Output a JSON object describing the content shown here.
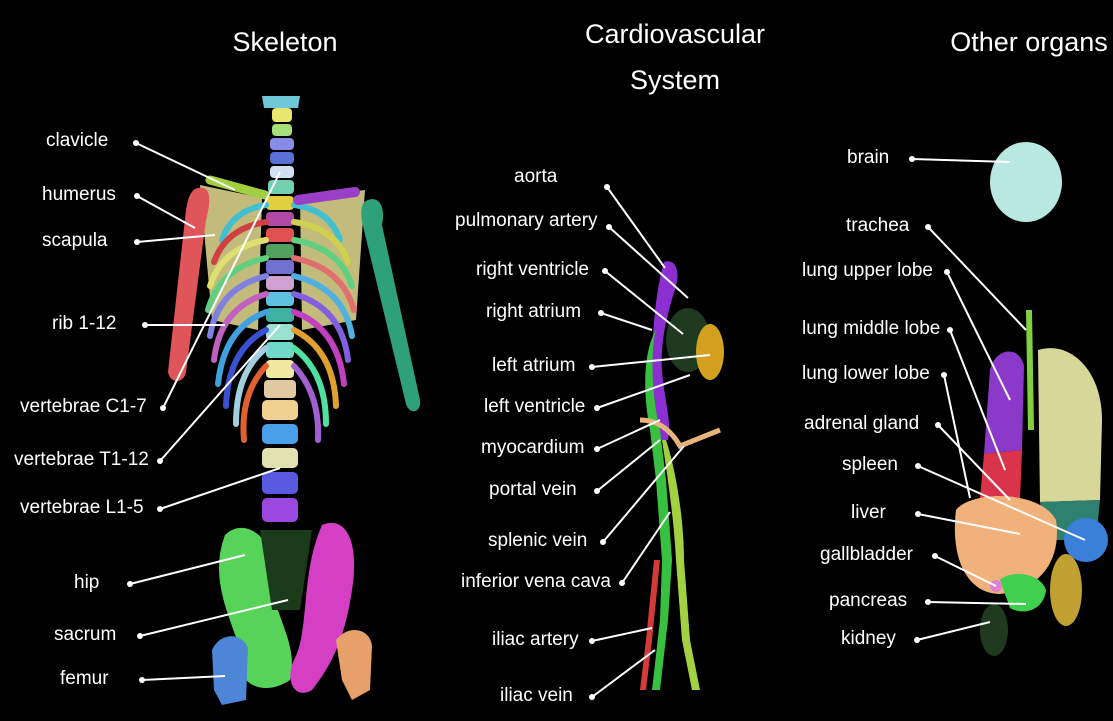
{
  "titles": {
    "skeleton": "Skeleton",
    "cardio_line1": "Cardiovascular",
    "cardio_line2": "System",
    "organs": "Other organs"
  },
  "skeleton_labels": [
    "clavicle",
    "humerus",
    "scapula",
    "rib 1-12",
    "vertebrae C1-7",
    "vertebrae T1-12",
    "vertebrae L1-5",
    "hip",
    "sacrum",
    "femur"
  ],
  "cardio_labels": [
    "aorta",
    "pulmonary artery",
    "right ventricle",
    "right atrium",
    "left atrium",
    "left ventricle",
    "myocardium",
    "portal vein",
    "splenic vein",
    "inferior vena cava",
    "iliac artery",
    "iliac vein"
  ],
  "organ_labels": [
    "brain",
    "trachea",
    "lung upper lobe",
    "lung middle lobe",
    "lung lower lobe",
    "adrenal gland",
    "spleen",
    "liver",
    "gallbladder",
    "pancreas",
    "kidney"
  ],
  "colors": {
    "background": "#000000",
    "text": "#ffffff",
    "humerus_left": "#e0555a",
    "humerus_right": "#2ea07a",
    "scapula": "#d8cf8a",
    "hip_left": "#58d35a",
    "hip_right": "#d43fc4",
    "femur_left": "#4d86d6",
    "femur_right": "#e8a06a",
    "lung_upper": "#8b39c9",
    "lung_middle": "#d9344a",
    "lung_right": "#d8d79a",
    "liver": "#f0b27a",
    "spleen": "#3a7fd8",
    "brain": "#b8e8e0"
  }
}
